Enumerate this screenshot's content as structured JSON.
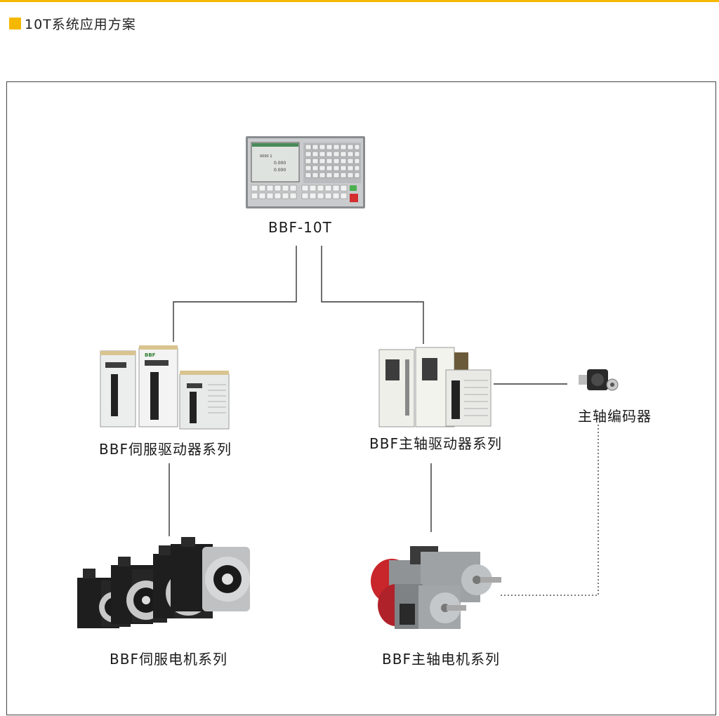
{
  "header": {
    "title": "10T系统应用方案",
    "accent_color": "#f5b800"
  },
  "diagram": {
    "controller": {
      "label": "BBF-10T",
      "icon": "cnc-controller-icon"
    },
    "servo_drive": {
      "label": "BBF伺服驱动器系列",
      "icon": "servo-drive-icon"
    },
    "spindle_drive": {
      "label": "BBF主轴驱动器系列",
      "icon": "spindle-drive-icon"
    },
    "spindle_encoder": {
      "label": "主轴编码器",
      "icon": "encoder-icon"
    },
    "servo_motor": {
      "label": "BBF伺服电机系列",
      "icon": "servo-motor-icon"
    },
    "spindle_motor": {
      "label": "BBF主轴电机系列",
      "icon": "spindle-motor-icon"
    }
  }
}
